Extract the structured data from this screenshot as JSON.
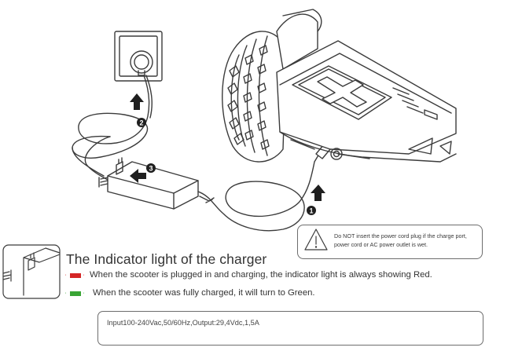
{
  "warning": {
    "text": "Do NOT insert the power cord plug if the charge port, power cord or AC power outlet is wet."
  },
  "indicator": {
    "title": "The Indicator light of the charger",
    "items": [
      {
        "color": "#d42626",
        "text": "When the scooter is plugged in and charging, the indicator light is always showing Red."
      },
      {
        "color": "#39a535",
        "text": "When the scooter was fully charged, it will turn to Green."
      }
    ]
  },
  "spec": {
    "text": "Input100-240Vac,50/60Hz,Output:29,4Vdc,1,5A"
  },
  "steps": [
    "1",
    "2",
    "3"
  ]
}
